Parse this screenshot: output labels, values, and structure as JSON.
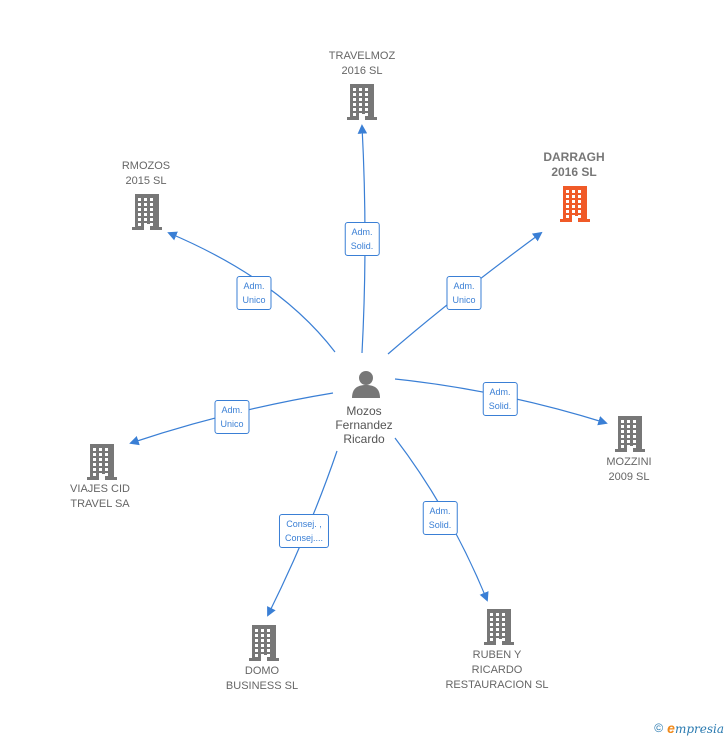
{
  "colors": {
    "link": "#3a7fd5",
    "company": "#777777",
    "highlight": "#f05a28",
    "person": "#777777"
  },
  "center": {
    "icon": "person-icon",
    "label_lines": [
      "Mozos",
      "Fernandez",
      "Ricardo"
    ]
  },
  "nodes": [
    {
      "id": "travelmoz",
      "lines": [
        "TRAVELMOZ",
        "2016  SL"
      ],
      "role_lines": [
        "Adm.",
        "Solid."
      ],
      "highlight": false
    },
    {
      "id": "rmozos",
      "lines": [
        "RMOZOS",
        "2015  SL"
      ],
      "role_lines": [
        "Adm.",
        "Unico"
      ],
      "highlight": false
    },
    {
      "id": "darragh",
      "lines": [
        "DARRAGH",
        "2016  SL"
      ],
      "role_lines": [
        "Adm.",
        "Unico"
      ],
      "highlight": true
    },
    {
      "id": "mozzini",
      "lines": [
        "MOZZINI",
        "2009  SL"
      ],
      "role_lines": [
        "Adm.",
        "Solid."
      ],
      "highlight": false
    },
    {
      "id": "viajes",
      "lines": [
        "VIAJES CID",
        "TRAVEL SA"
      ],
      "role_lines": [
        "Adm.",
        "Unico"
      ],
      "highlight": false
    },
    {
      "id": "domo",
      "lines": [
        "DOMO",
        "BUSINESS SL"
      ],
      "role_lines": [
        "Consej. ,",
        "Consej...."
      ],
      "highlight": false
    },
    {
      "id": "ruben",
      "lines": [
        "RUBEN Y",
        "RICARDO",
        "RESTAURACION SL"
      ],
      "role_lines": [
        "Adm.",
        "Solid."
      ],
      "highlight": false
    }
  ],
  "footer": {
    "copyright": "©",
    "brand_initial": "e",
    "brand_rest": "mpresia"
  }
}
